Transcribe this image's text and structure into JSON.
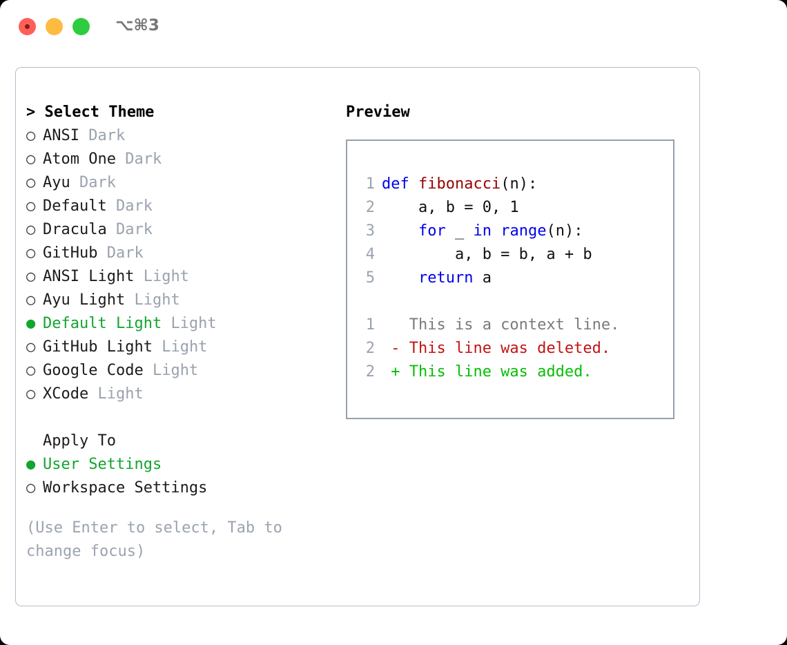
{
  "window": {
    "shortcut": "⌥⌘3",
    "traffic_lights": [
      {
        "name": "close",
        "color": "#fc6058"
      },
      {
        "name": "minimize",
        "color": "#fdbc40"
      },
      {
        "name": "maximize",
        "color": "#2ecc40"
      }
    ]
  },
  "theme_picker": {
    "header": "> Select Theme",
    "marker_selected": "●",
    "marker_unselected": "○",
    "accent_color": "#12a52f",
    "muted_color": "#9aa2ae",
    "items": [
      {
        "name": "ANSI",
        "variant": "Dark",
        "selected": false
      },
      {
        "name": "Atom One",
        "variant": "Dark",
        "selected": false
      },
      {
        "name": "Ayu",
        "variant": "Dark",
        "selected": false
      },
      {
        "name": "Default",
        "variant": "Dark",
        "selected": false
      },
      {
        "name": "Dracula",
        "variant": "Dark",
        "selected": false
      },
      {
        "name": "GitHub",
        "variant": "Dark",
        "selected": false
      },
      {
        "name": "ANSI Light",
        "variant": "Light",
        "selected": false
      },
      {
        "name": "Ayu Light",
        "variant": "Light",
        "selected": false
      },
      {
        "name": "Default Light",
        "variant": "Light",
        "selected": true
      },
      {
        "name": "GitHub Light",
        "variant": "Light",
        "selected": false
      },
      {
        "name": "Google Code",
        "variant": "Light",
        "selected": false
      },
      {
        "name": "XCode",
        "variant": "Light",
        "selected": false
      }
    ]
  },
  "apply_to": {
    "header": "Apply To",
    "items": [
      {
        "name": "User Settings",
        "selected": true
      },
      {
        "name": "Workspace Settings",
        "selected": false
      }
    ]
  },
  "hint": "(Use Enter to select, Tab to change focus)",
  "preview": {
    "title": "Preview",
    "code_lines": [
      {
        "no": "1",
        "tokens": [
          {
            "t": "def ",
            "c": "kw"
          },
          {
            "t": "fibonacci",
            "c": "fn"
          },
          {
            "t": "(n):",
            "c": "txt"
          }
        ]
      },
      {
        "no": "2",
        "tokens": [
          {
            "t": "    a, b = 0, 1",
            "c": "txt"
          }
        ]
      },
      {
        "no": "3",
        "tokens": [
          {
            "t": "    ",
            "c": "txt"
          },
          {
            "t": "for",
            "c": "kw"
          },
          {
            "t": " _ ",
            "c": "txt"
          },
          {
            "t": "in",
            "c": "kw"
          },
          {
            "t": " ",
            "c": "txt"
          },
          {
            "t": "range",
            "c": "kw"
          },
          {
            "t": "(n):",
            "c": "txt"
          }
        ]
      },
      {
        "no": "4",
        "tokens": [
          {
            "t": "        a, b = b, a + b",
            "c": "txt"
          }
        ]
      },
      {
        "no": "5",
        "tokens": [
          {
            "t": "    ",
            "c": "txt"
          },
          {
            "t": "return",
            "c": "kw"
          },
          {
            "t": " a",
            "c": "txt"
          }
        ]
      }
    ],
    "diff_lines": [
      {
        "no": "1",
        "tokens": [
          {
            "t": "   This is a context line.",
            "c": "ctx"
          }
        ]
      },
      {
        "no": "2",
        "tokens": [
          {
            "t": " - This line was deleted.",
            "c": "del"
          }
        ]
      },
      {
        "no": "2",
        "tokens": [
          {
            "t": " + This line was added.",
            "c": "add"
          }
        ]
      }
    ]
  }
}
